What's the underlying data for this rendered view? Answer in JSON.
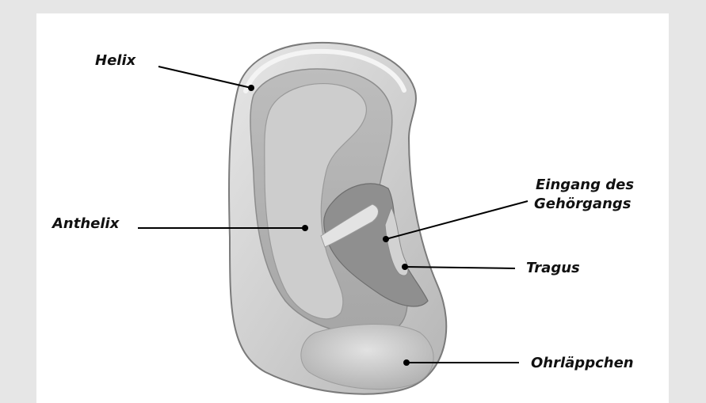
{
  "labels": {
    "helix": "Helix",
    "anthelix": "Anthelix",
    "eingang_line1": "Eingang des",
    "eingang_line2": "Gehörgangs",
    "tragus": "Tragus",
    "ohrlaeppchen": "Ohrläppchen"
  },
  "colors": {
    "background": "#e6e6e6",
    "panel": "#ffffff",
    "ear_light": "#d9d9d9",
    "ear_mid": "#b8b8b8",
    "ear_dark": "#8e8e8e",
    "line": "#000000"
  }
}
